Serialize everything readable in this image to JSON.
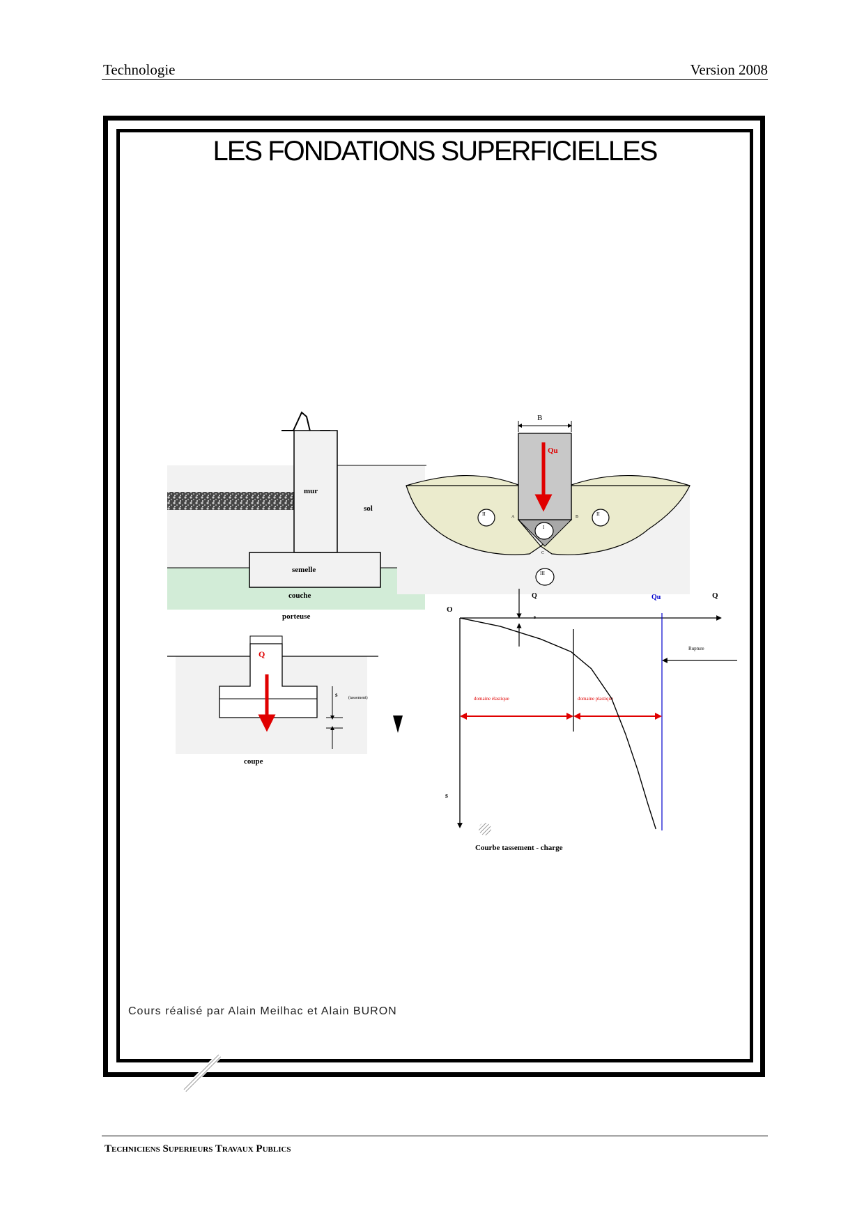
{
  "header": {
    "left": "Technologie",
    "right": "Version 2008"
  },
  "title": "LES FONDATIONS SUPERFICIELLES",
  "credit": "Cours réalisé par Alain Meilhac et Alain BURON",
  "footer": "Techniciens Superieurs Travaux Publics",
  "figure_wall": {
    "mur": "mur",
    "sol": "sol",
    "semelle": "semelle",
    "couche": "couche",
    "porteuse": "porteuse"
  },
  "figure_section": {
    "load": "Q",
    "s": "s",
    "tassement": "(tassement)",
    "coupe": "coupe"
  },
  "figure_failure": {
    "B": "B",
    "Qu": "Qu",
    "zone_left": "II",
    "zone_right": "II",
    "zone_center": "I",
    "zone_bottom": "III",
    "pt_a": "A",
    "pt_b": "B",
    "pt_c": "C"
  },
  "chart_data": {
    "type": "line",
    "title": "Courbe tassement - charge",
    "x_label": "Q",
    "y_label": "s",
    "origin_label": "O",
    "load_label": "Q",
    "s_small": "s",
    "qu_label": "Qu",
    "rupture_label": "Rupture",
    "domain_elastic": "domaine élastique",
    "domain_plastic": "domaine plastique",
    "colors": {
      "red": "#e00000",
      "blue": "#0000cc",
      "soil": "#f2f2f2",
      "earth": "#ebebcd",
      "layer": "#d2ecd7"
    },
    "series": [
      {
        "x": [
          0,
          0.2,
          0.4,
          0.55,
          0.65,
          0.75,
          0.82,
          0.88,
          0.93,
          0.97
        ],
        "y": [
          0,
          0.04,
          0.1,
          0.16,
          0.24,
          0.38,
          0.55,
          0.72,
          0.88,
          1.0
        ]
      }
    ]
  }
}
